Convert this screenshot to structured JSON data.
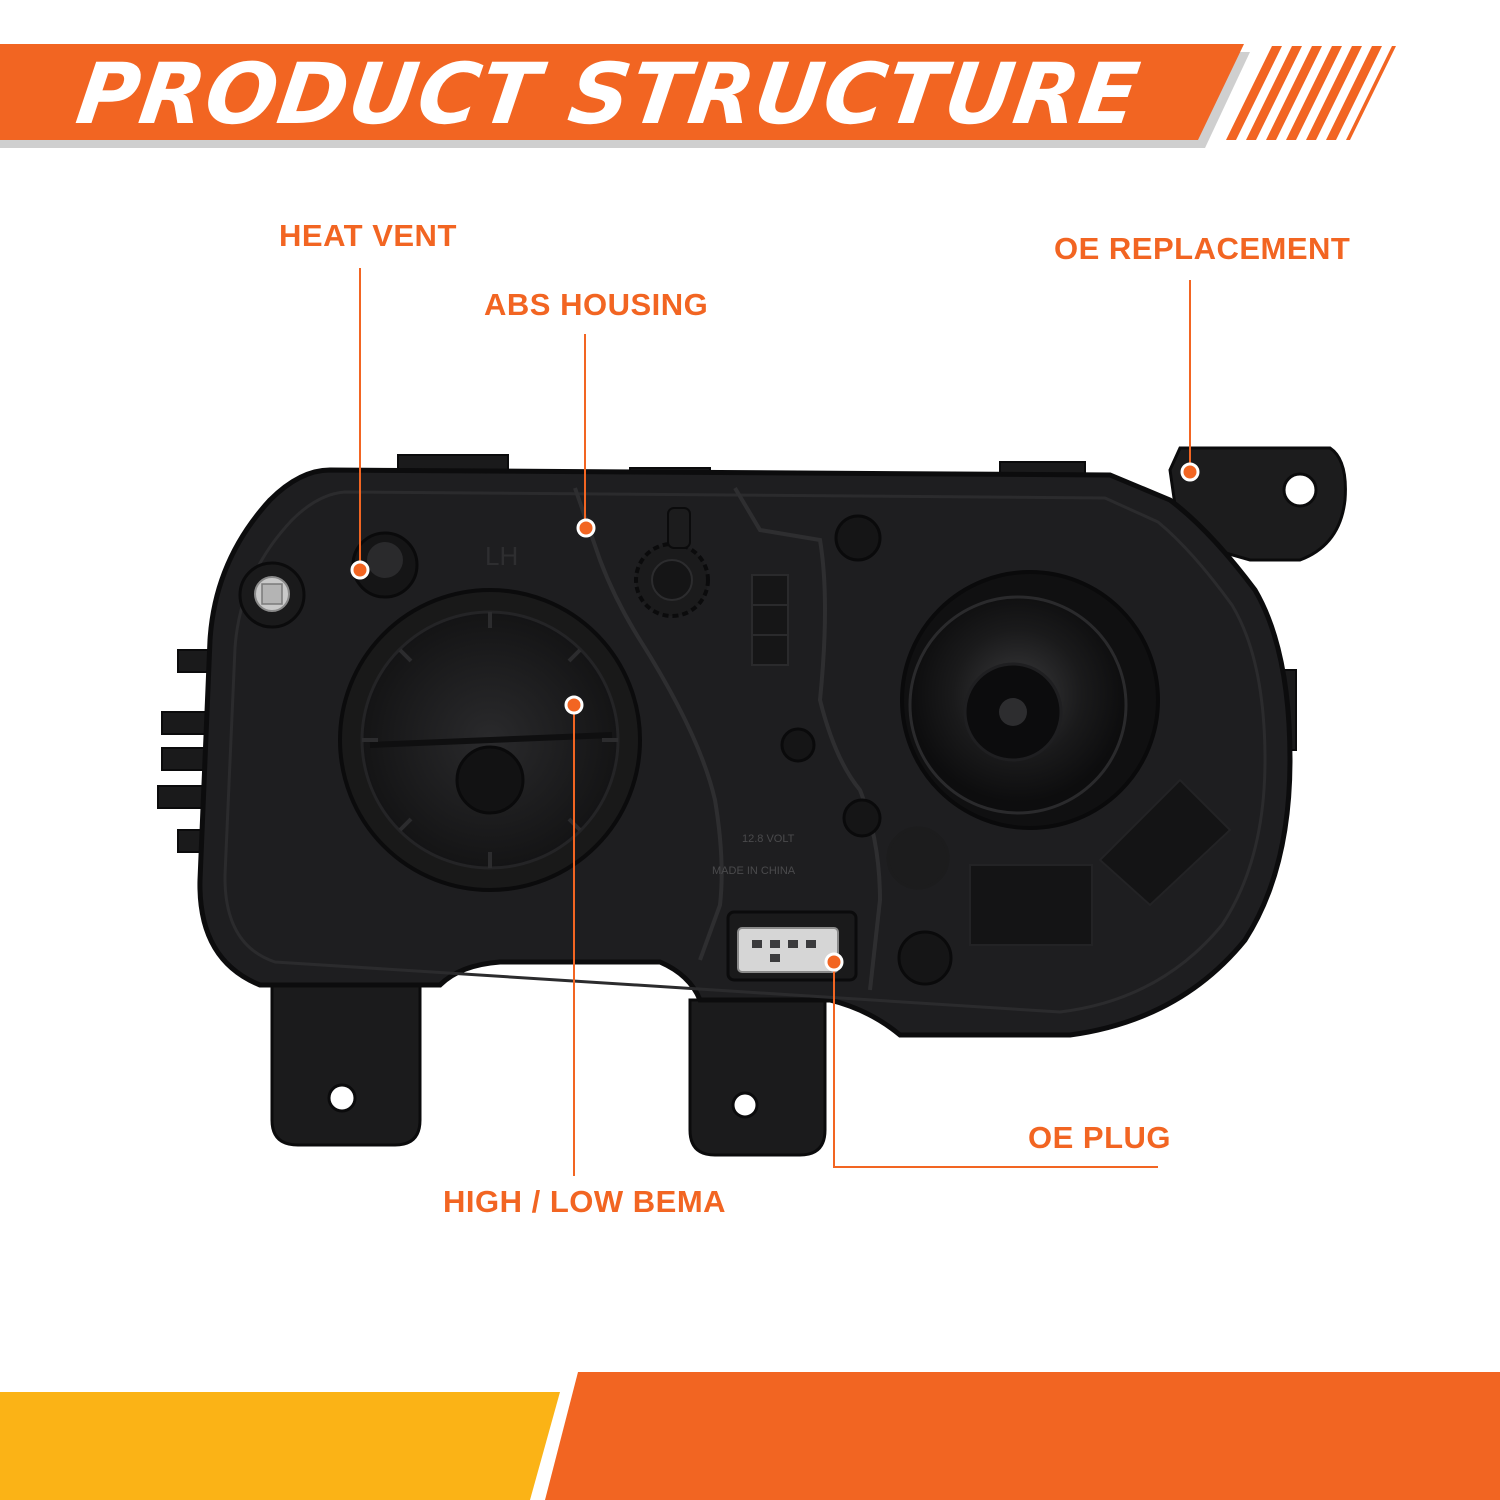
{
  "title": "PRODUCT STRUCTURE",
  "colors": {
    "accent": "#f26522",
    "accent_dark": "#e05a17",
    "yellow": "#fbb316",
    "housing": "#1e1e20",
    "housing_edge": "#0c0c0d"
  },
  "callouts": [
    {
      "id": "heat-vent",
      "label": "HEAT VENT"
    },
    {
      "id": "abs-housing",
      "label": "ABS HOUSING"
    },
    {
      "id": "oe-replacement",
      "label": "OE REPLACEMENT"
    },
    {
      "id": "high-low-beam",
      "label": "HIGH / LOW BEMA"
    },
    {
      "id": "oe-plug",
      "label": "OE PLUG"
    }
  ],
  "housing_markings": {
    "side": "LH",
    "voltage": "12.8 VOLT",
    "origin": "MADE IN CHINA"
  }
}
